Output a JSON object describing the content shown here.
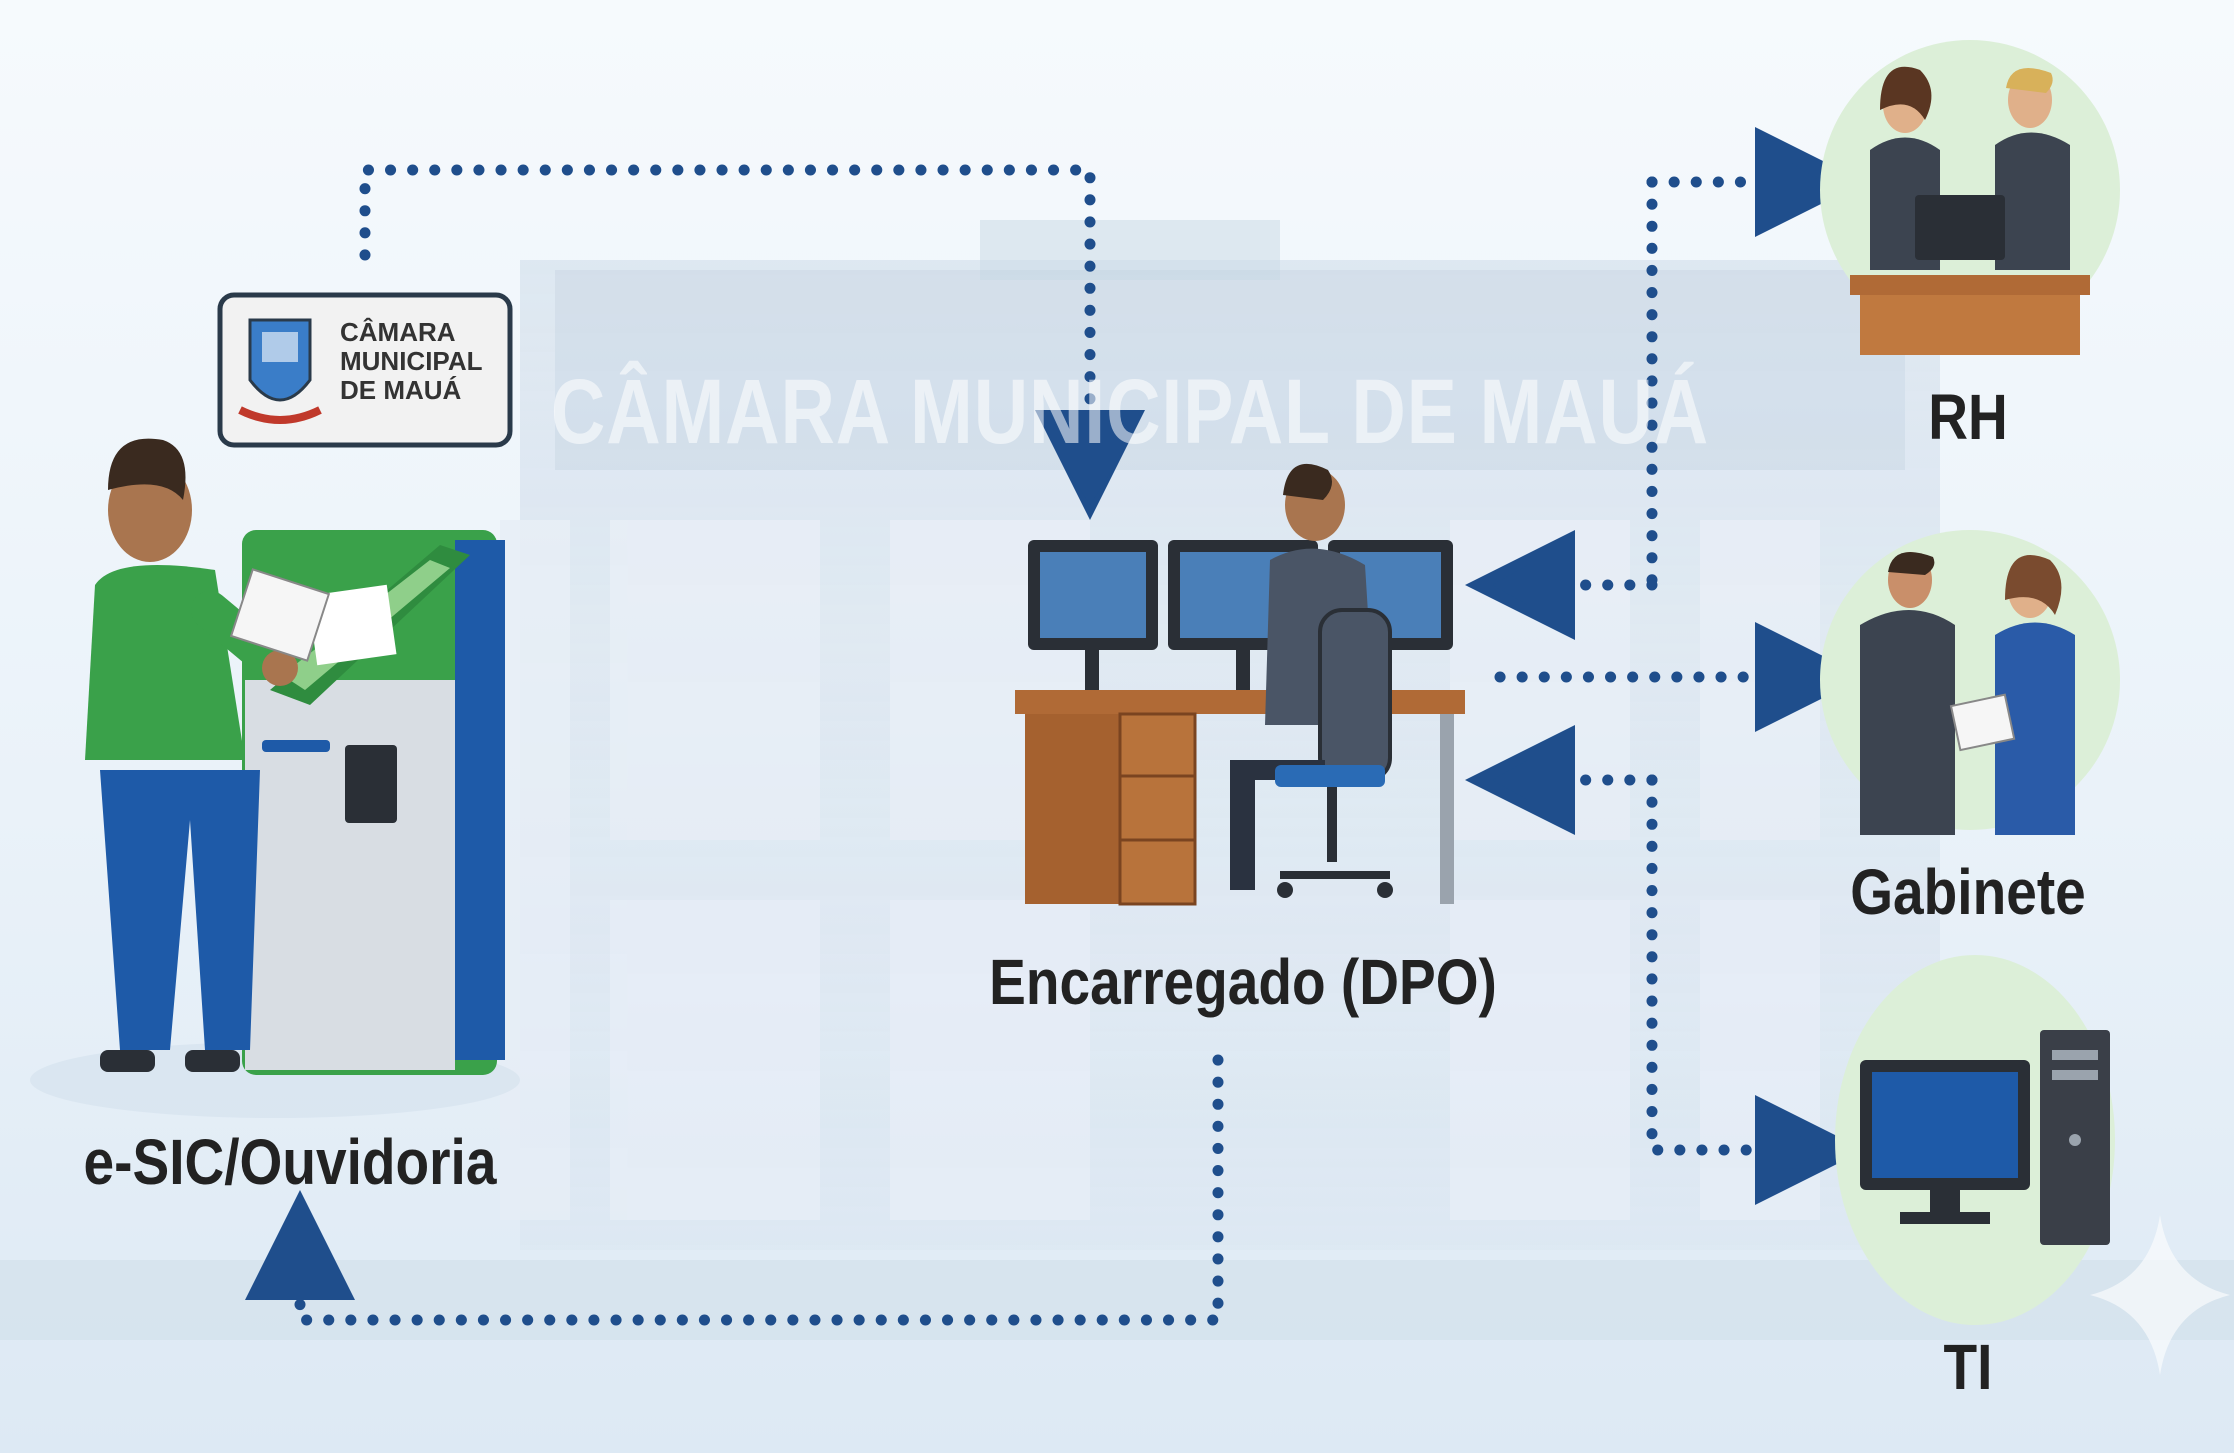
{
  "background_title": "CÂMARA MUNICIPAL DE MAUÁ",
  "kiosk_sign": {
    "line1": "CÂMARA",
    "line2": "MUNICIPAL",
    "line3": "DE MAUÁ"
  },
  "nodes": {
    "esic": {
      "label": "e-SIC/Ouvidoria",
      "icon": "kiosk-with-person"
    },
    "dpo": {
      "label": "Encarregado (DPO)",
      "icon": "person-at-workstation"
    },
    "rh": {
      "label": "RH",
      "icon": "two-staff-at-desk"
    },
    "gabinete": {
      "label": "Gabinete",
      "icon": "two-staff-with-documents"
    },
    "ti": {
      "label": "TI",
      "icon": "desktop-computer"
    }
  },
  "colors": {
    "arrow": "#1f4e8c",
    "kiosk_green": "#3aa14a",
    "kiosk_blue": "#1e5aa8",
    "node_circle": "#dcefd8"
  }
}
